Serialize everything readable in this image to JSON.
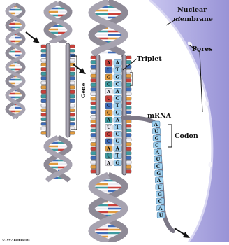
{
  "diagram": {
    "nucleus_labels": {
      "nuclear_membrane_line1": "Nuclear",
      "nuclear_membrane_line2": "membrane",
      "pores": "Pores"
    },
    "dna_labels": {
      "gene": "Gene",
      "triplet": "Triplet"
    },
    "rna_labels": {
      "mrna": "mRNA",
      "codon": "Codon"
    },
    "template_strand_letters": [
      "A",
      "T",
      "G",
      "C",
      "A",
      "C",
      "T",
      "G",
      "A",
      "T",
      "C",
      "G",
      "A",
      "T",
      "G"
    ],
    "mrna_letters": [
      "A",
      "U",
      "G",
      "C",
      "A",
      "U",
      "C",
      "G",
      "A",
      "U",
      "G",
      "C",
      "A",
      "U"
    ],
    "colors": {
      "membrane": "#a4a0dc",
      "nucleoplasm": "#f4f3fa",
      "backbone": "#8e8a96",
      "base_red": "#c9403a",
      "base_blue": "#3d6bb8",
      "base_orange": "#e09a3e",
      "base_teal": "#3e9aa0",
      "base_white": "#ecebf2"
    },
    "credit": "©1997 Lippincott"
  }
}
